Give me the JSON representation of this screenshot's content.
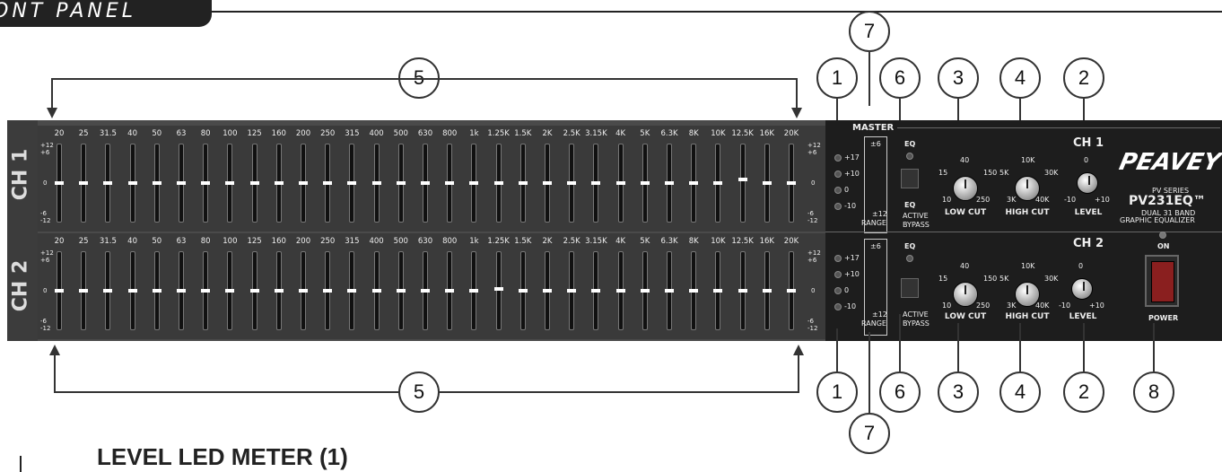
{
  "tab_title": "ONT PANEL",
  "section_heading": "LEVEL LED METER (1)",
  "callouts": {
    "level_meter": "1",
    "level": "2",
    "low_cut": "3",
    "high_cut": "4",
    "sliders": "5",
    "eq_switch": "6",
    "range": "7",
    "power": "8"
  },
  "frequencies": [
    "20",
    "25",
    "31.5",
    "40",
    "50",
    "63",
    "80",
    "100",
    "125",
    "160",
    "200",
    "250",
    "315",
    "400",
    "500",
    "630",
    "800",
    "1k",
    "1.25K",
    "1.5K",
    "2K",
    "2.5K",
    "3.15K",
    "4K",
    "5K",
    "6.3K",
    "8K",
    "10K",
    "12.5K",
    "16K",
    "20K"
  ],
  "slider_scale": {
    "top": "+12",
    "top_sub": "+6",
    "mid": "0",
    "bottom": "-12",
    "bottom_sub": "-6"
  },
  "ch1_positions": [
    0,
    0,
    0,
    0,
    0,
    0,
    0,
    0,
    0,
    0,
    0,
    0,
    0,
    0,
    0,
    0,
    0,
    0,
    0,
    0,
    0,
    0,
    0,
    0,
    0,
    0,
    0,
    0,
    0.1,
    0,
    0
  ],
  "ch2_positions": [
    0,
    0,
    0,
    0,
    0,
    0,
    0,
    0,
    0,
    0,
    0,
    0,
    0,
    0,
    0,
    0,
    0,
    0,
    0.05,
    0,
    0,
    0,
    0,
    0,
    0,
    0,
    0,
    0,
    0,
    0,
    0
  ],
  "channel_labels": {
    "ch1": "CH 1",
    "ch2": "CH 2"
  },
  "controls": {
    "master": "MASTER",
    "meter_marks": [
      "+17",
      "+10",
      "0",
      "-10"
    ],
    "range_label": "RANGE",
    "range_values": [
      "±6",
      "±12"
    ],
    "eq_label": "EQ",
    "eq_modes": [
      "ACTIVE",
      "BYPASS"
    ],
    "low_cut": {
      "label": "LOW CUT",
      "ticks": [
        "40",
        "15",
        "150",
        "10",
        "250"
      ]
    },
    "high_cut": {
      "label": "HIGH CUT",
      "ticks": [
        "10K",
        "5K",
        "30K",
        "3K",
        "40K"
      ]
    },
    "level": {
      "label": "LEVEL",
      "ticks": [
        "0",
        "-10",
        "+10"
      ]
    },
    "brand": "PEAVEY",
    "series": "PV SERIES",
    "model": "PV231EQ™",
    "subtitle_1": "DUAL 31 BAND",
    "subtitle_2": "GRAPHIC EQUALIZER",
    "on_label": "ON",
    "power_label": "POWER"
  }
}
